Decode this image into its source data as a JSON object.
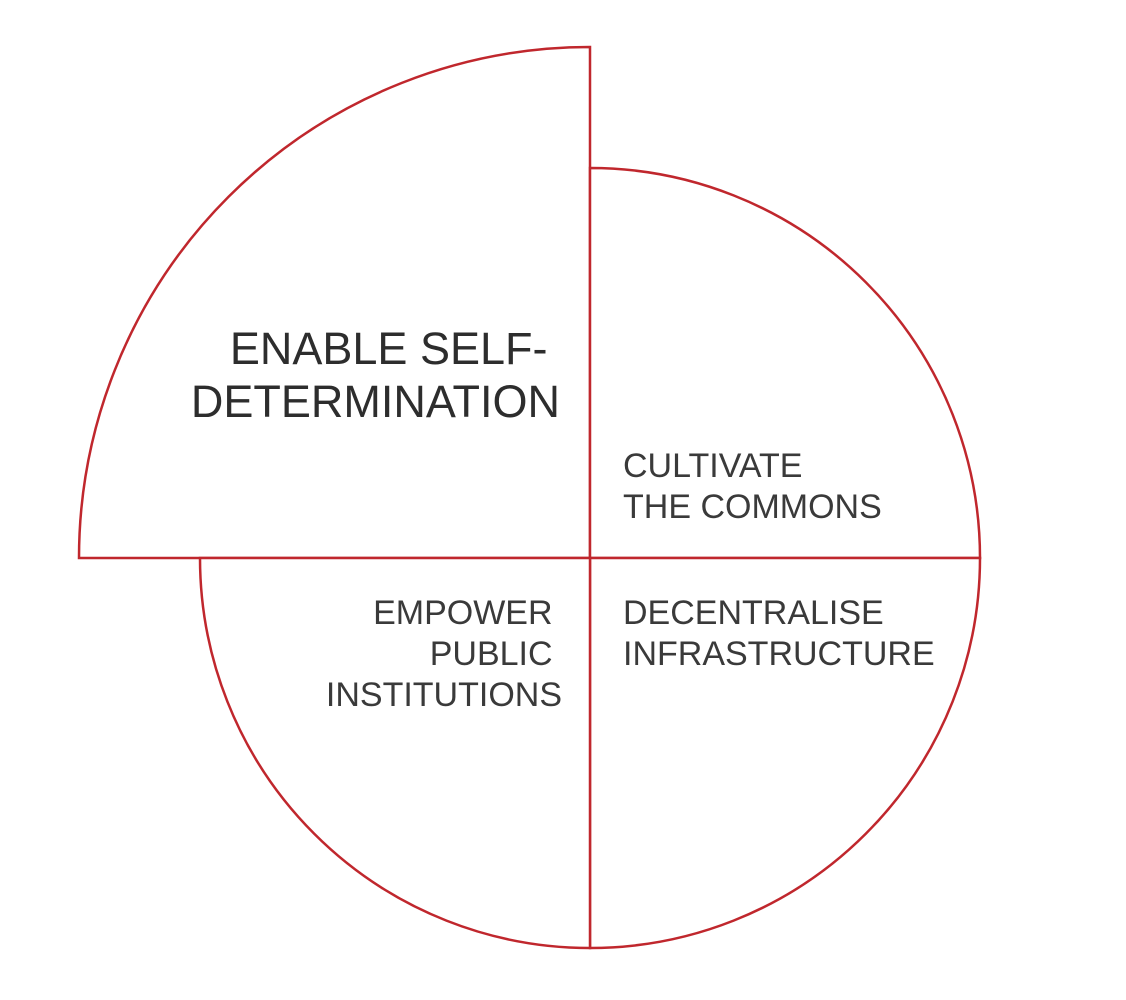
{
  "quadrants": {
    "top_left": {
      "lines": [
        "ENABLE SELF-",
        "DETERMINATION"
      ],
      "emphasized": true
    },
    "top_right": {
      "lines": [
        "CULTIVATE",
        "THE COMMONS"
      ],
      "emphasized": false
    },
    "bottom_left": {
      "lines": [
        "EMPOWER",
        "PUBLIC",
        "INSTITUTIONS"
      ],
      "emphasized": false
    },
    "bottom_right": {
      "lines": [
        "DECENTRALISE",
        "INFRASTRUCTURE"
      ],
      "emphasized": false
    }
  },
  "colors": {
    "stroke": "#c0272d",
    "text": "#333333",
    "background": "#ffffff"
  }
}
